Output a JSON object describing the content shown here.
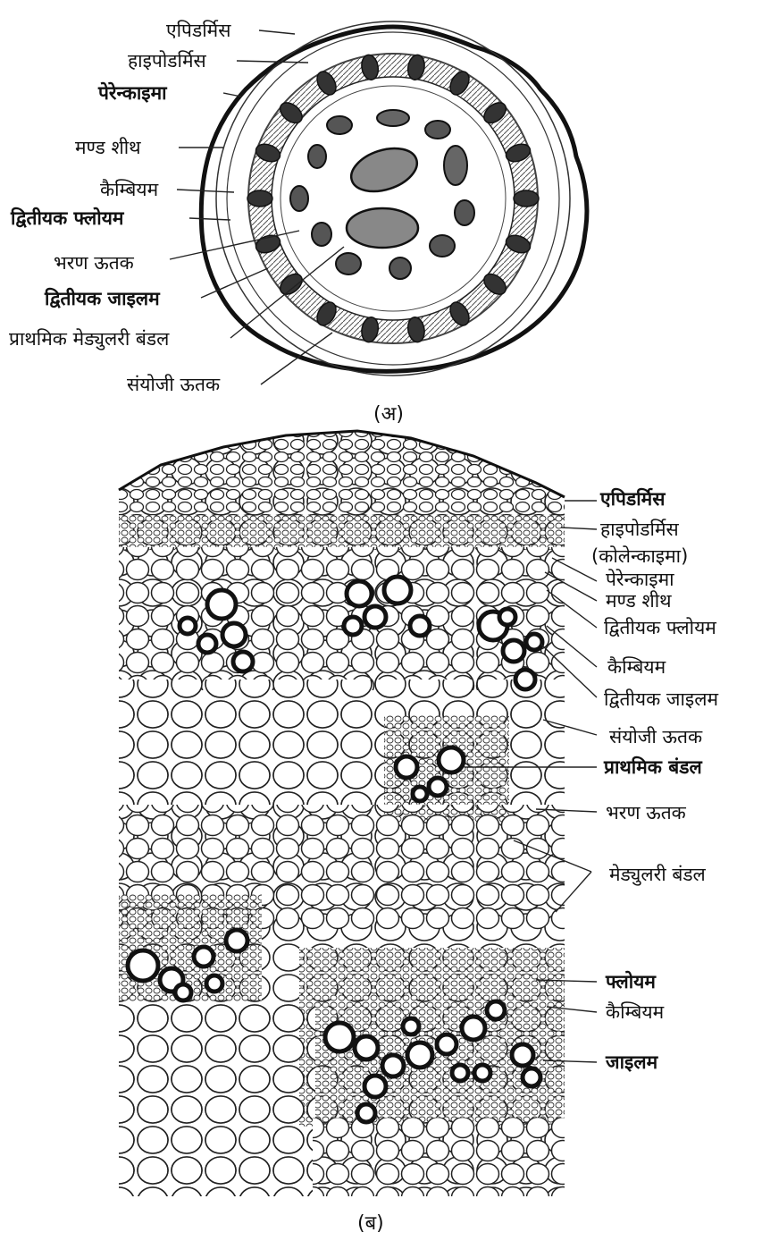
{
  "figure_a": {
    "caption": "(अ)",
    "labels": {
      "epidermis": "एपिडर्मिस",
      "hypodermis": "हाइपोडर्मिस",
      "parenchyma": "पेरेन्काइमा",
      "endodermis": "मण्ड शीथ",
      "cambium": "कैम्बियम",
      "secondary_phloem": "द्वितीयक फ्लोयम",
      "ground_tissue": "भरण ऊतक",
      "secondary_xylem": "द्वितीयक जाइलम",
      "primary_medullary_bundle": "प्राथमिक मेड्युलरी बंडल",
      "conjunctive_tissue": "संयोजी ऊतक"
    }
  },
  "figure_b": {
    "caption": "(ब)",
    "labels": {
      "epidermis": "एपिडर्मिस",
      "hypodermis": "हाइपोडर्मिस",
      "collenchyma": "(कोलेन्काइमा)",
      "parenchyma": "पेरेन्काइमा",
      "endodermis": "मण्ड शीथ",
      "secondary_phloem": "द्वितीयक फ्लोयम",
      "cambium": "कैम्बियम",
      "secondary_xylem": "द्वितीयक जाइलम",
      "conjunctive_tissue": "संयोजी ऊतक",
      "primary_bundle": "प्राथमिक बंडल",
      "ground_tissue": "भरण ऊतक",
      "medullary_bundle": "मेड्युलरी बंडल",
      "phloem": "फ्लोयम",
      "cambium_2": "कैम्बियम",
      "xylem": "जाइलम"
    }
  }
}
